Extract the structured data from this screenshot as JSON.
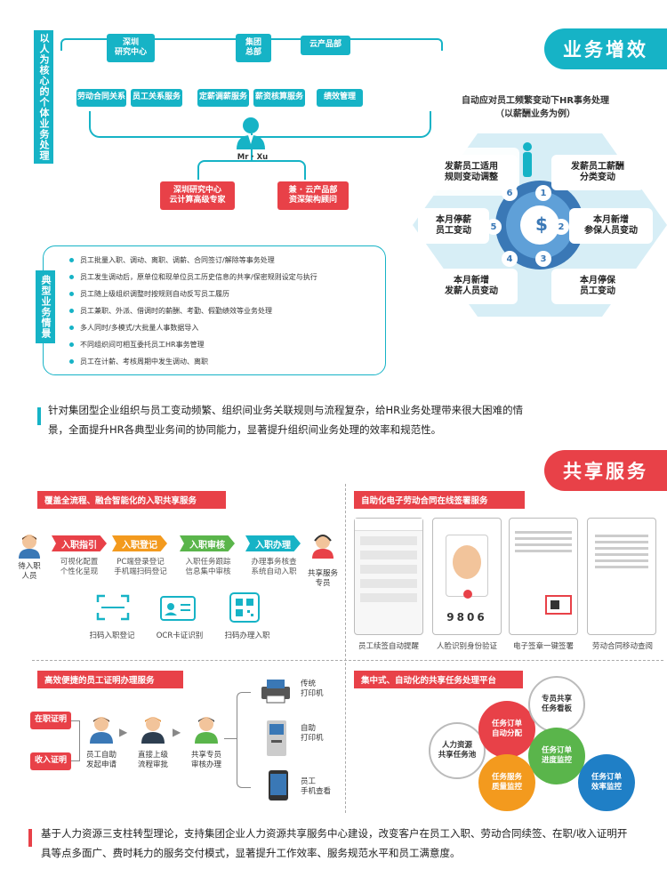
{
  "top": {
    "side_label": "以人为核心的个体业务处理",
    "nodes": {
      "sz_rd": "深圳\n研究中心",
      "group_hq": "集团\n总部",
      "cloud": "云产品部",
      "labor": "劳动合同关系",
      "emp_rel": "员工关系服务",
      "salary_adj": "定薪调薪服务",
      "payroll": "薪资核算服务",
      "perf": "绩效管理",
      "person": "Mr · Xu",
      "expert": "深圳研究中心\n云计算高级专家",
      "consult": "兼 · 云产品部\n资深架构顾问"
    }
  },
  "badges": {
    "biz": "业务增效",
    "share": "共享服务"
  },
  "scenarios": {
    "label": "典型业务情景",
    "items": [
      "员工批量入职、调动、离职、调薪、合同签订/解除等事务处理",
      "员工发生调动后，原单位和现单位员工历史信息的共享/保密规则设定与执行",
      "员工随上级组织调整时按规则自动反写员工履历",
      "员工兼职、外派、借调时的薪酬、考勤、假勤绩效等业务处理",
      "多人同时/多模式/大批量人事数据导入",
      "不同组织间可相互委托员工HR事务管理",
      "员工在计薪、考核周期中发生调动、离职"
    ]
  },
  "hex": {
    "title": "自动应对员工频繁变动下HR事务处理",
    "subtitle": "（以薪酬业务为例）",
    "cells": {
      "c6": "发薪员工适用\n规则变动调整",
      "c1": "发薪员工薪酬\n分类变动",
      "c5": "本月停薪\n员工变动",
      "c2": "本月新增\n参保人员变动",
      "c4": "本月新增\n发薪人员变动",
      "c3": "本月停保\n员工变动"
    },
    "nums": [
      "6",
      "1",
      "5",
      "2",
      "4",
      "3"
    ],
    "center": "$"
  },
  "para1": "针对集团型企业组织与员工变动频繁、组织间业务关联规则与流程复杂，给HR业务处理带来很大困难的情景，全面提升HR各典型业务间的协同能力，显著提升组织间业务处理的效率和规范性。",
  "onboard": {
    "header": "覆盖全流程、融合智能化的入职共享服务",
    "left": "待入职\n人员",
    "right": "共享服务\n专员",
    "steps": [
      "入职指引",
      "入职登记",
      "入职审核",
      "入职办理"
    ],
    "descs": [
      "可视化配置\n个性化呈现",
      "PC端登录登记\n手机端扫码登记",
      "入职任务跟踪\n信息集中审核",
      "办理事务核查\n系统自动入职"
    ],
    "icons": [
      "扫码入职登记",
      "OCR卡证识别",
      "扫码办理入职"
    ]
  },
  "econtract": {
    "header": "自助化电子劳动合同在线签署服务",
    "code": "9806",
    "captions": [
      "员工续签自动提醒",
      "人脸识别身份验证",
      "电子签章一键签署",
      "劳动合同移动查阅"
    ]
  },
  "cert": {
    "header": "高效便捷的员工证明办理服务",
    "tags": [
      "在职证明",
      "收入证明"
    ],
    "people": [
      "员工自助\n发起申请",
      "直接上级\n流程审批",
      "共享专员\n审核办理"
    ],
    "outputs": [
      "传统\n打印机",
      "自助\n打印机",
      "员工\n手机查看"
    ]
  },
  "platform": {
    "header": "集中式、自动化的共享任务处理平台",
    "circles": {
      "hr": "人力资源\n共享任务池",
      "auto": "任务订单\n自动分配",
      "board": "专员共享\n任务看板",
      "progress": "任务订单\n进度监控",
      "quality": "任务服务\n质量监控",
      "efficiency": "任务订单\n效率监控"
    }
  },
  "para2": "基于人力资源三支柱转型理论，支持集团企业人力资源共享服务中心建设，改变客户在员工入职、劳动合同续签、在职/收入证明开具等点多面广、费时耗力的服务交付模式，显著提升工作效率、服务规范水平和员工满意度。",
  "colors": {
    "teal": "#16b3c6",
    "red": "#e84148",
    "orange": "#f39a1e",
    "green": "#5ab54b",
    "blue": "#1f7fc6"
  }
}
